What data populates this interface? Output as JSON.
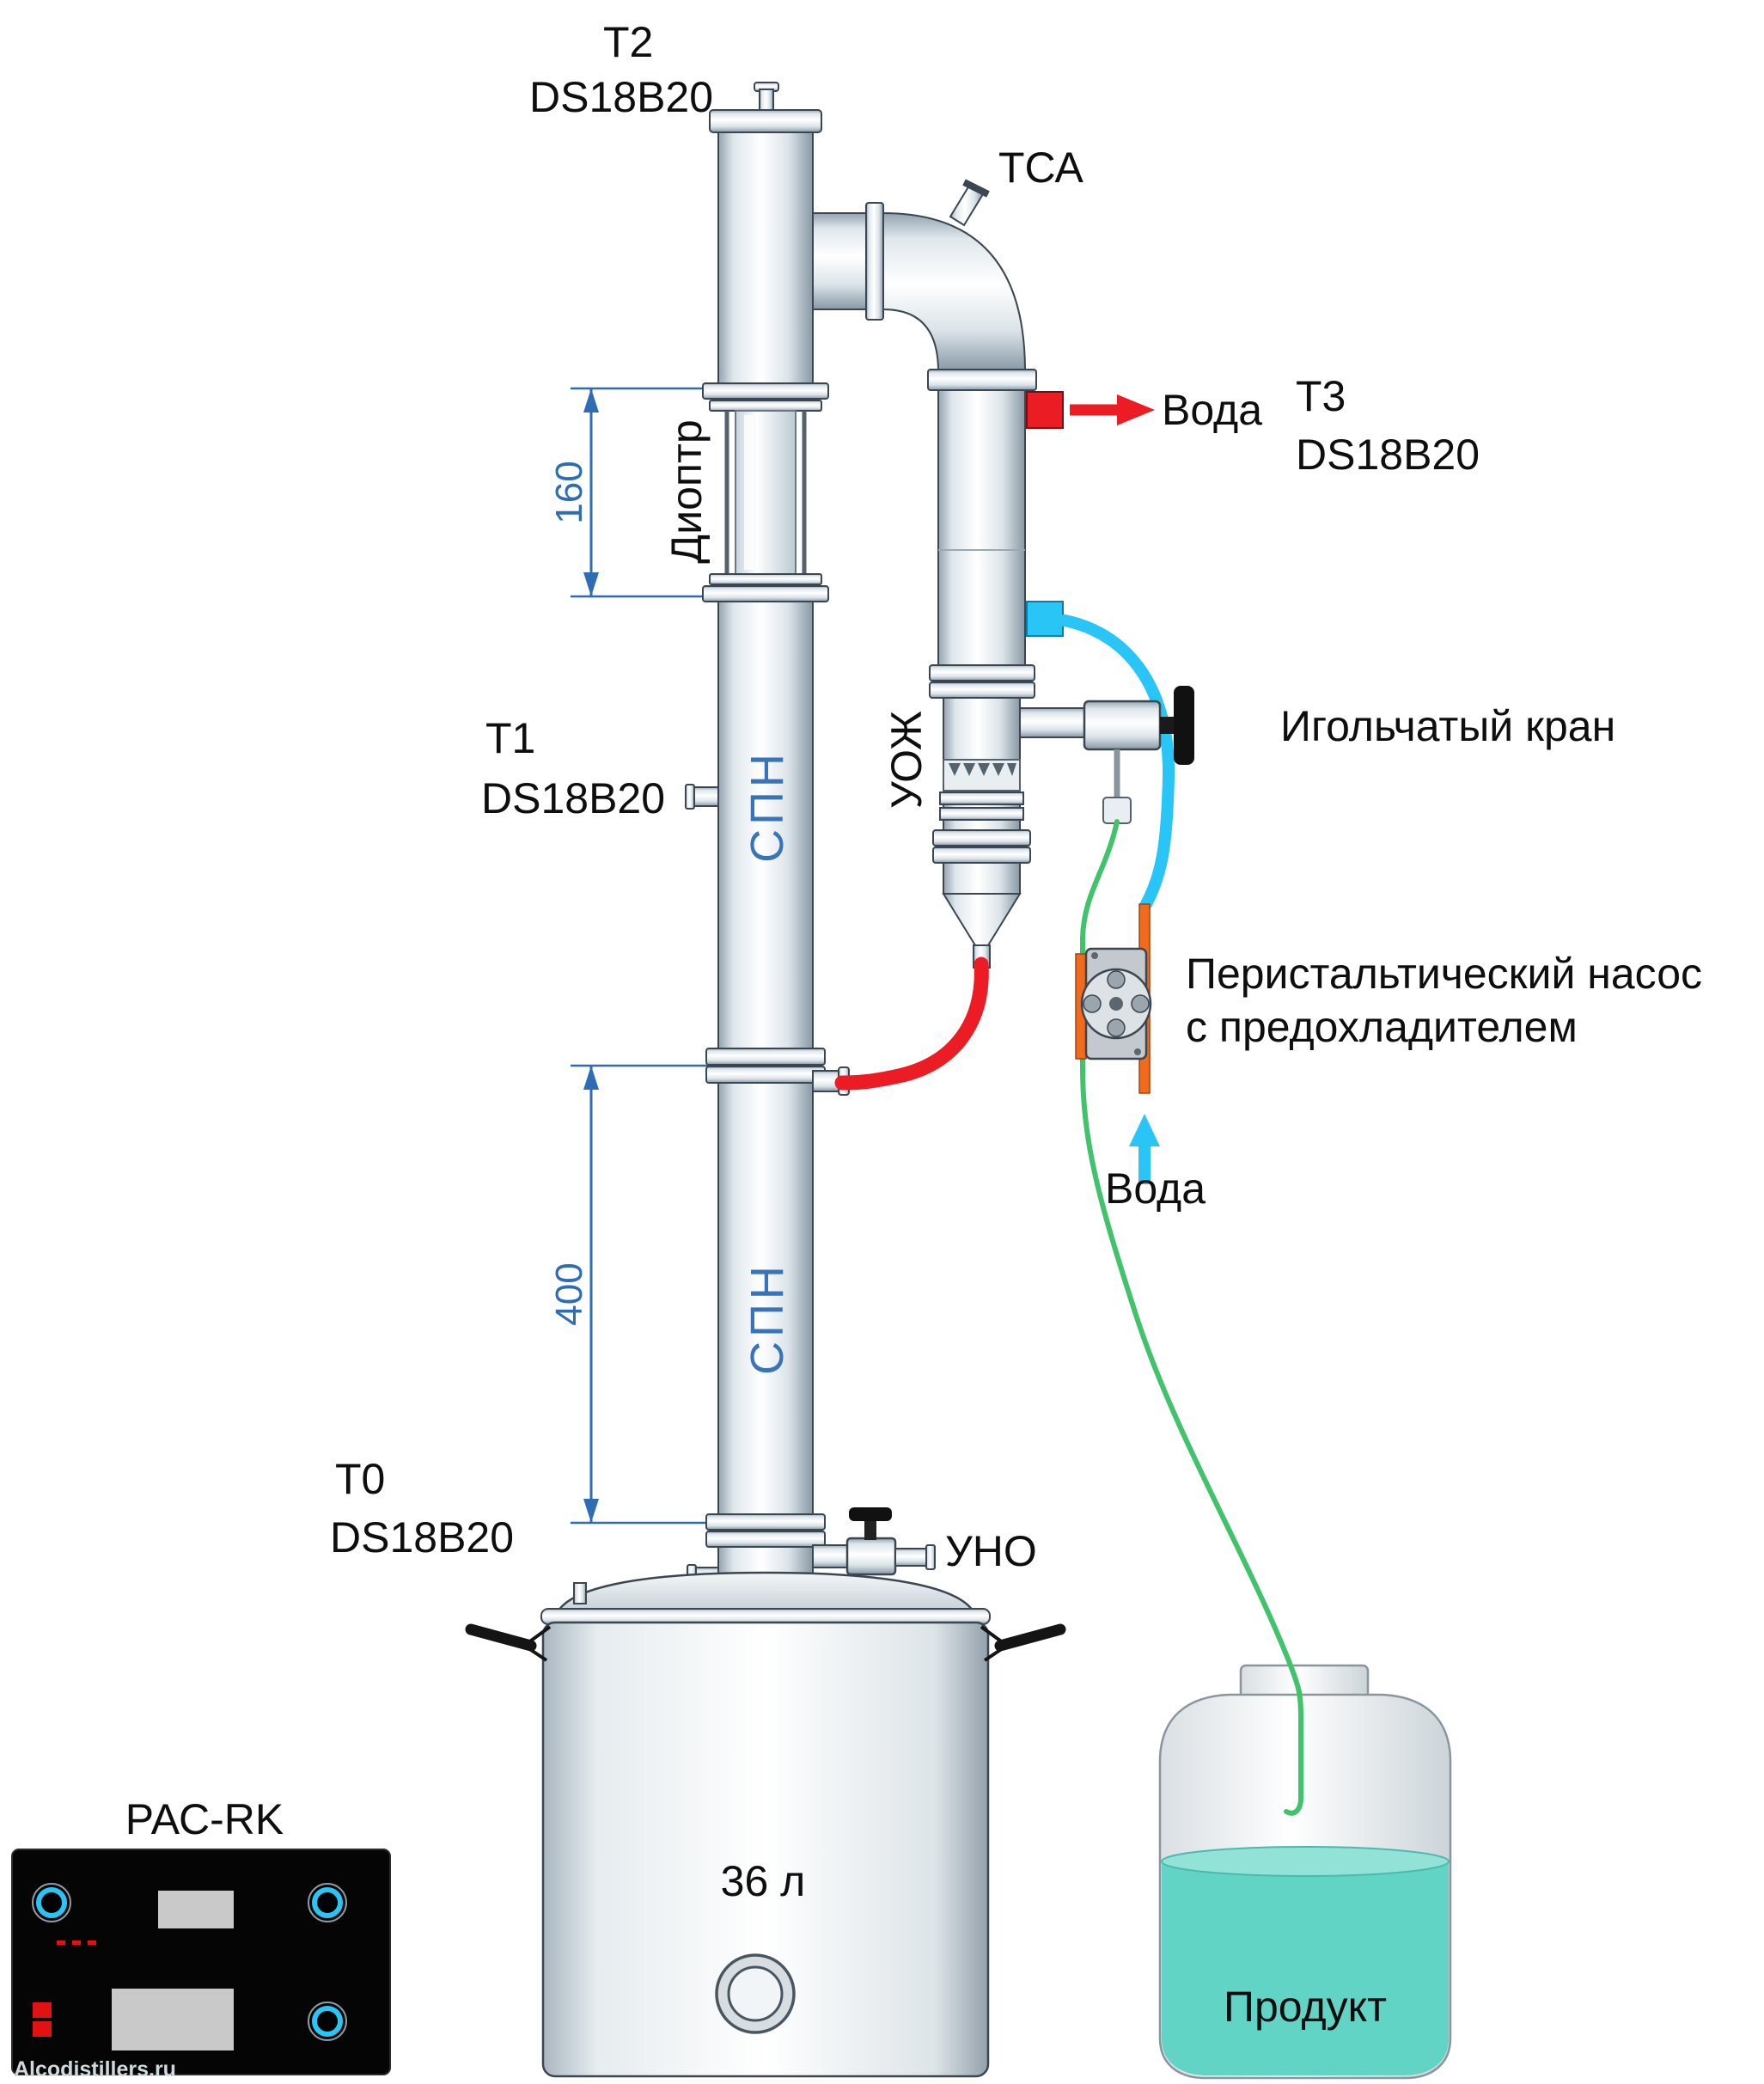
{
  "watermark": "Alcodistillers.ru",
  "sensors": {
    "t2": {
      "name": "Т2",
      "model": "DS18B20"
    },
    "t3": {
      "name": "Т3",
      "model": "DS18B20"
    },
    "t1": {
      "name": "Т1",
      "model": "DS18B20"
    },
    "t0": {
      "name": "Т0",
      "model": "DS18B20"
    }
  },
  "labels": {
    "tsa": "ТСА",
    "water_out": "Вода",
    "water_in": "Вода",
    "dioptr": "Диоптр",
    "uozh": "УОЖ",
    "spn": "СПН",
    "needle_valve": "Игольчатый кран",
    "pump_line1": "Перистальтический насос",
    "pump_line2": "с предохладителем",
    "uno": "УНО",
    "boiler_volume": "36 л",
    "controller": "РАС-RK",
    "product": "Продукт"
  },
  "dimensions": {
    "dioptr_height": "160",
    "column_height": "400"
  },
  "colors": {
    "hot_red": "#ec1c24",
    "water_cyan": "#29c5f6",
    "dimension_blue": "#2e6db4",
    "spn_blue": "#3a74b8",
    "tube_green": "#41c36b",
    "precooler_orange": "#f26a1b",
    "product_teal": "#62d4c6"
  }
}
